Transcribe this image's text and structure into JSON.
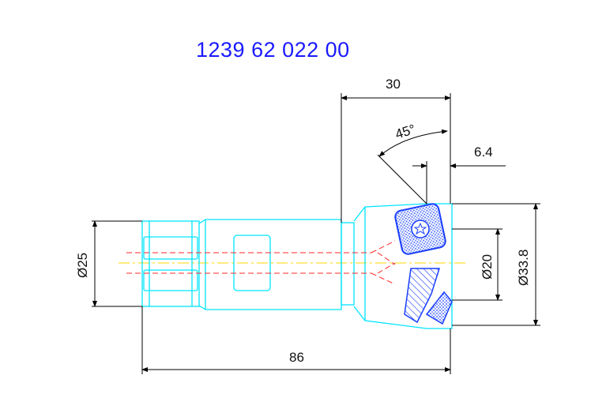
{
  "title": "1239 62 022 00",
  "dimensions": {
    "top_width": "30",
    "angle": "45°",
    "small_offset": "6.4",
    "shank_diameter": "Ø25",
    "inner_diameter": "Ø20",
    "outer_diameter": "Ø33.8",
    "overall_length": "86"
  },
  "colors": {
    "outline": "#00e5ff",
    "centerline": "#ffd700",
    "hidden": "#ff2a2a",
    "insert": "#1a3fff",
    "dimension": "#000000"
  }
}
